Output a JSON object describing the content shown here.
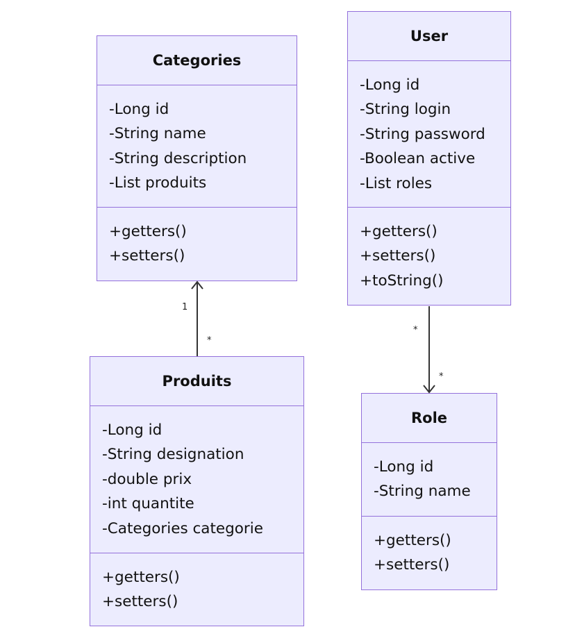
{
  "classes": {
    "categories": {
      "name": "Categories",
      "attributes": [
        "-Long id",
        "-String name",
        "-String description",
        "-List produits"
      ],
      "methods": [
        "+getters()",
        "+setters()"
      ]
    },
    "user": {
      "name": "User",
      "attributes": [
        "-Long id",
        "-String login",
        "-String password",
        "-Boolean active",
        "-List roles"
      ],
      "methods": [
        "+getters()",
        "+setters()",
        "+toString()"
      ]
    },
    "produits": {
      "name": "Produits",
      "attributes": [
        "-Long id",
        "-String designation",
        "-double prix",
        "-int quantite",
        "-Categories categorie"
      ],
      "methods": [
        "+getters()",
        "+setters()"
      ]
    },
    "role": {
      "name": "Role",
      "attributes": [
        "-Long id",
        "-String name"
      ],
      "methods": [
        "+getters()",
        "+setters()"
      ]
    }
  },
  "relations": [
    {
      "from": "produits",
      "to": "categories",
      "from_multiplicity": "*",
      "to_multiplicity": "1"
    },
    {
      "from": "user",
      "to": "role",
      "from_multiplicity": "*",
      "to_multiplicity": "*"
    }
  ],
  "colors": {
    "box_fill": "#ececfe",
    "box_border": "#9370db",
    "edge": "#333333",
    "text": "#111111"
  }
}
